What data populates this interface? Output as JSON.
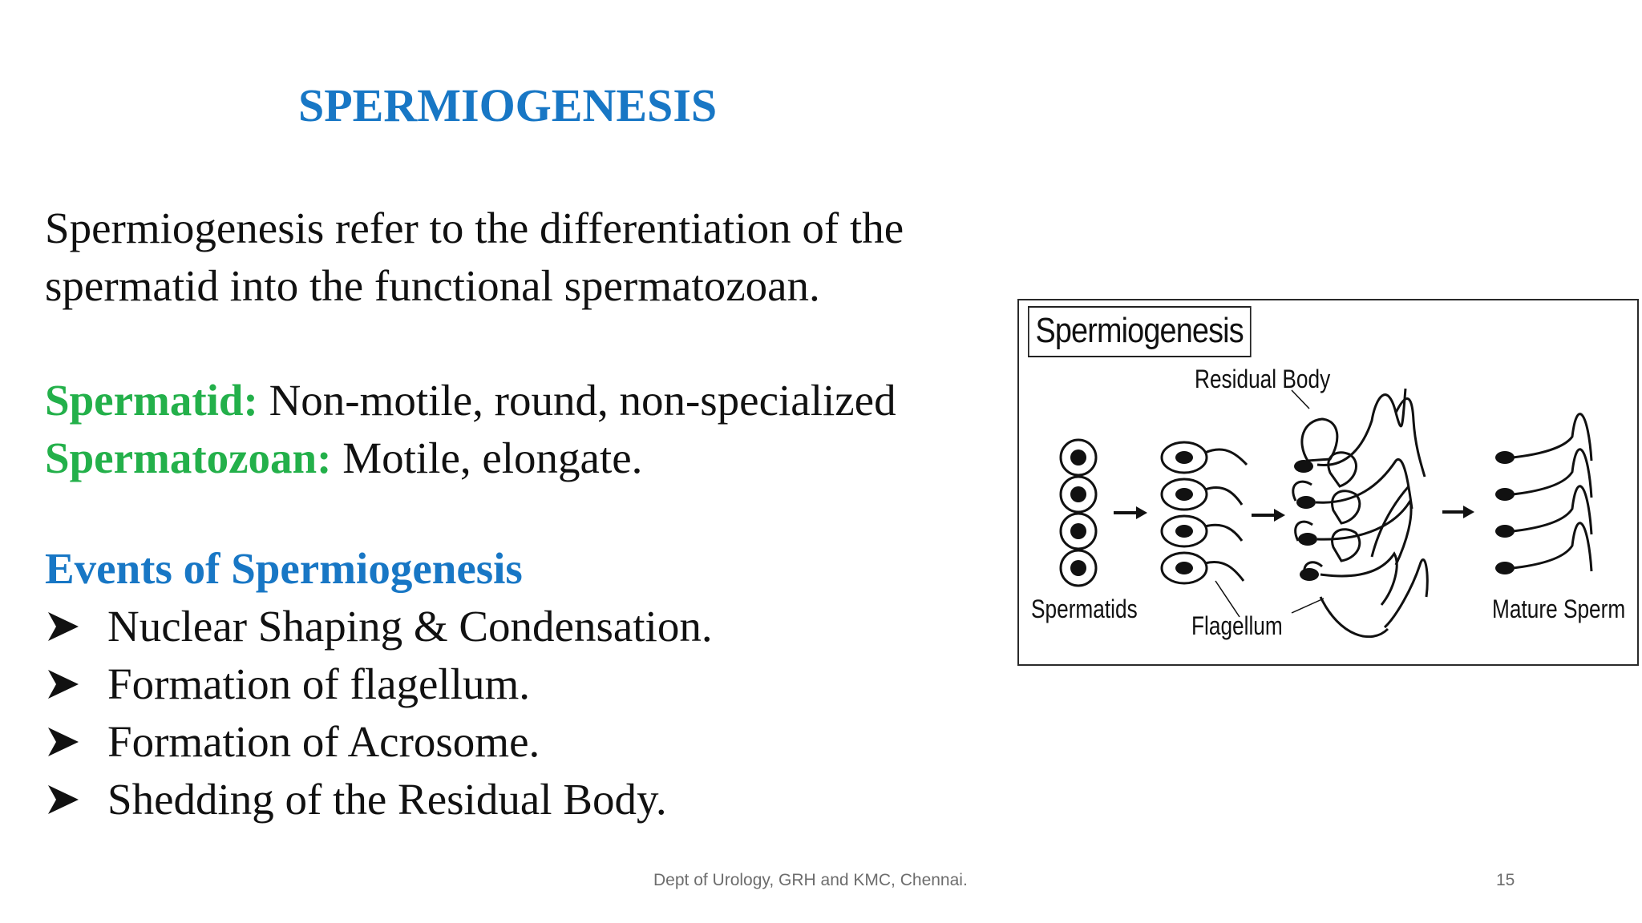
{
  "slide": {
    "title": "SPERMIOGENESIS",
    "definition_line1": "Spermiogenesis refer to the differentiation of the",
    "definition_line2": "spermatid into the functional spermatozoan.",
    "spermatid_label": "Spermatid:",
    "spermatid_desc": "Non-motile, round, non-specialized",
    "spermatozoan_label": "Spermatozoan:",
    "spermatozoan_desc": "Motile, elongate.",
    "events_heading": "Events of Spermiogenesis",
    "events": [
      "Nuclear Shaping & Condensation.",
      "Formation of flagellum.",
      "Formation of Acrosome.",
      "Shedding of the Residual Body."
    ]
  },
  "figure": {
    "title": "Spermiogenesis",
    "labels": {
      "residual_body": "Residual Body",
      "spermatids": "Spermatids",
      "flagellum": "Flagellum",
      "mature_sperm": "Mature Sperm"
    }
  },
  "footer": {
    "text": "Dept of Urology, GRH and KMC, Chennai.",
    "page_number": "15"
  },
  "colors": {
    "title_blue": "#1877c5",
    "label_green": "#23b04a",
    "body_text": "#111111",
    "footer_gray": "#6d6d6d"
  }
}
